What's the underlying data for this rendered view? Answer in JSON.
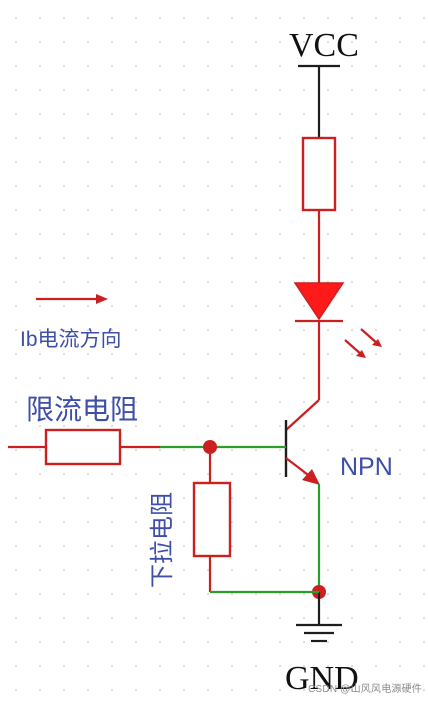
{
  "labels": {
    "vcc": "VCC",
    "gnd": "GND",
    "npn": "NPN",
    "current_direction": "Ib电流方向",
    "current_limit_resistor": "限流电阻",
    "pull_down_resistor": "下拉电阻",
    "watermark": "CSDN @山风风电源硬件"
  },
  "colors": {
    "red_wire": "#cc1f1f",
    "green_wire": "#2a9d2a",
    "black_wire": "#1d1d1d",
    "label_blue": "#3f4fa8"
  }
}
